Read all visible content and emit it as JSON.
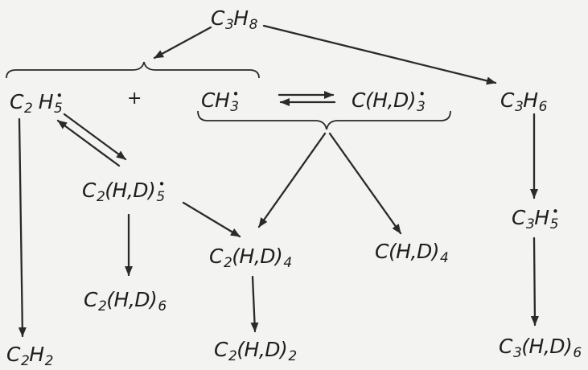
{
  "nodes": {
    "propane": {
      "base": "C",
      "sub1": "3",
      "mid": "H",
      "sub2": "8",
      "sup": ""
    },
    "ethyl": {
      "base": "C",
      "sub1": "2",
      "mid": " H",
      "sub2": "5",
      "sup": "•"
    },
    "methyl": {
      "base": "CH",
      "sub1": "3",
      "sup": "•"
    },
    "methyl_d": {
      "base": "C(H,D)",
      "sub1": "3",
      "sup": "•"
    },
    "propylene": {
      "base": "C",
      "sub1": "3",
      "mid": "H",
      "sub2": "6"
    },
    "ethyl_d": {
      "base": "C",
      "sub1": "2",
      "mid": "(H,D)",
      "sub2": "5",
      "sup": "•"
    },
    "ethylene_d": {
      "base": "C",
      "sub1": "2",
      "mid": "(H,D)",
      "sub2": "4"
    },
    "methane_d": {
      "base": "C(H,D)",
      "sub1": "4"
    },
    "allyl": {
      "base": "C",
      "sub1": "3",
      "mid": "H",
      "sub2": "5",
      "sup": "•"
    },
    "ethane_d": {
      "base": "C",
      "sub1": "2",
      "mid": "(H,D)",
      "sub2": "6"
    },
    "acetylene": {
      "base": "C",
      "sub1": "2",
      "mid": "H",
      "sub2": "2"
    },
    "acetylene_d": {
      "base": "C",
      "sub1": "2",
      "mid": "(H,D)",
      "sub2": "2"
    },
    "propylene_d": {
      "base": "C",
      "sub1": "3",
      "mid": "(H,D)",
      "sub2": "6"
    }
  },
  "plus_sign": "+"
}
